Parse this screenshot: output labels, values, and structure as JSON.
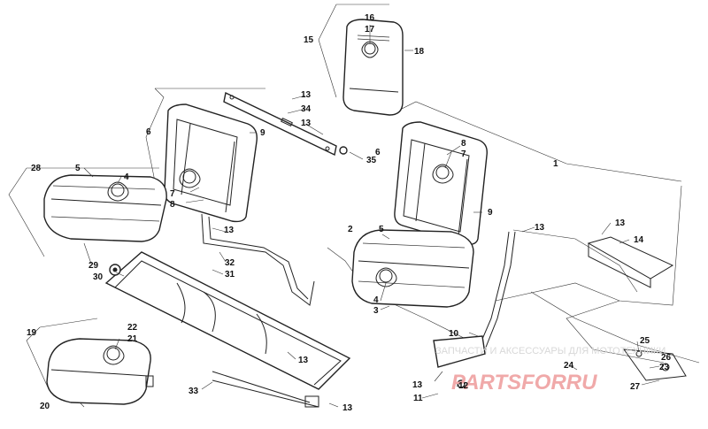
{
  "diagram": {
    "callouts": [
      "1",
      "2",
      "3",
      "4",
      "5",
      "6",
      "7",
      "8",
      "9",
      "10",
      "11",
      "12",
      "13",
      "14",
      "15",
      "16",
      "17",
      "18",
      "19",
      "20",
      "21",
      "22",
      "23",
      "24",
      "25",
      "26",
      "27",
      "28",
      "29",
      "30",
      "31",
      "32",
      "33",
      "34",
      "35"
    ],
    "watermark": {
      "caption": "ЗАПЧАСТИ И АКСЕССУАРЫ ДЛЯ МОТОТЕХНИКИ",
      "brand": "PARTSFORRU"
    }
  }
}
